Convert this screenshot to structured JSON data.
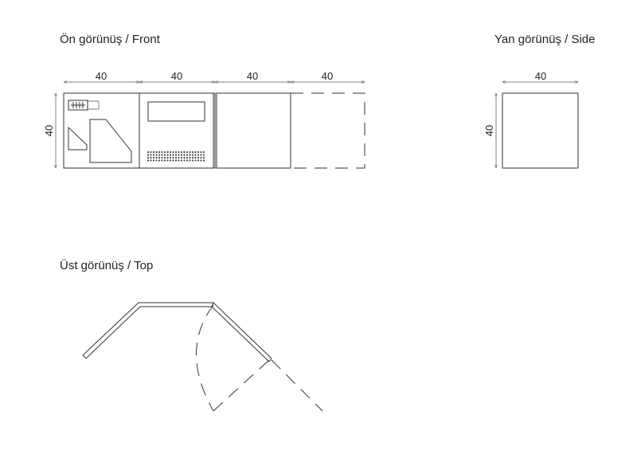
{
  "views": {
    "front": {
      "title": "Ön görünüş / Front"
    },
    "side": {
      "title": "Yan görünüş / Side"
    },
    "top": {
      "title": "Üst görünüş / Top"
    }
  },
  "dimensions": {
    "front_widths": [
      "40",
      "40",
      "40",
      "40"
    ],
    "front_height": "40",
    "side_width": "40",
    "side_height": "40"
  }
}
